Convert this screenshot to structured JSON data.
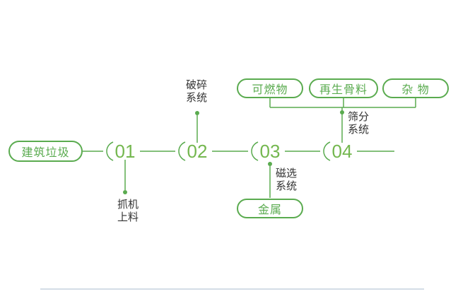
{
  "colors": {
    "accent": "#5aab4f",
    "number": "#74b74f",
    "text": "#333333",
    "divider": "#d4dde6"
  },
  "diagram": {
    "source_label": "建筑垃圾",
    "stages": [
      {
        "number": "01",
        "system": "抓机\n上料"
      },
      {
        "number": "02",
        "system": "破碎\n系统"
      },
      {
        "number": "03",
        "system": "磁选\n系统",
        "output": "金属"
      },
      {
        "number": "04",
        "system": "筛分\n系统",
        "outputs": [
          "可燃物",
          "再生骨料",
          "杂 物"
        ]
      }
    ]
  }
}
